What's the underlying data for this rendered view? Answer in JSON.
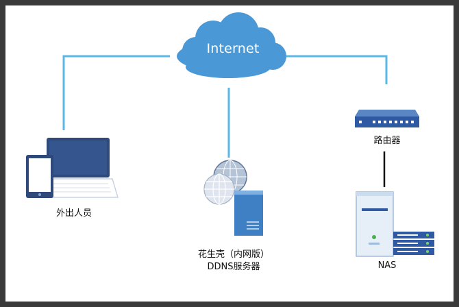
{
  "diagram": {
    "cloud": {
      "label": "Internet",
      "color": "#4a98d6"
    },
    "nodes": {
      "remote_staff": {
        "label": "外出人员",
        "icon": "laptop-tablet-icon"
      },
      "ddns_server": {
        "label_line1": "花生壳（内网版）",
        "label_line2": "DDNS服务器",
        "icon": "globe-server-icon"
      },
      "router": {
        "label": "路由器",
        "icon": "router-icon"
      },
      "nas": {
        "label": "NAS",
        "icon": "nas-icon"
      }
    },
    "colors": {
      "link": "#5bb8e6",
      "wired": "#111111",
      "device_dark": "#2f4a7a",
      "device_blue": "#3f7fc4"
    }
  }
}
